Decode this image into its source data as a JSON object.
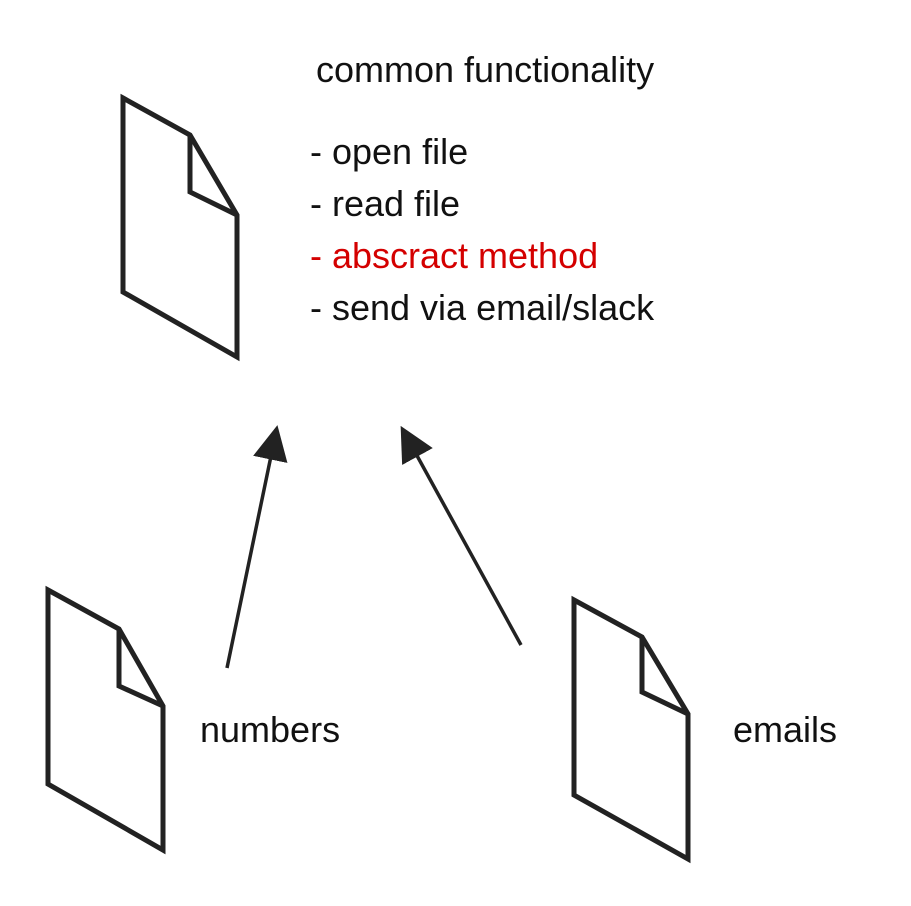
{
  "diagram": {
    "heading": "common functionality",
    "features": [
      {
        "label": "- open file",
        "highlight": false
      },
      {
        "label": "- read file",
        "highlight": false
      },
      {
        "label": "- abscract method",
        "highlight": true
      },
      {
        "label": "- send via email/slack",
        "highlight": false
      }
    ],
    "children": {
      "numbers_label": "numbers",
      "emails_label": "emails"
    },
    "colors": {
      "stroke": "#222222",
      "text": "#111111",
      "highlight": "#d40000"
    },
    "icons": [
      "document-icon",
      "arrow-up-icon"
    ]
  }
}
